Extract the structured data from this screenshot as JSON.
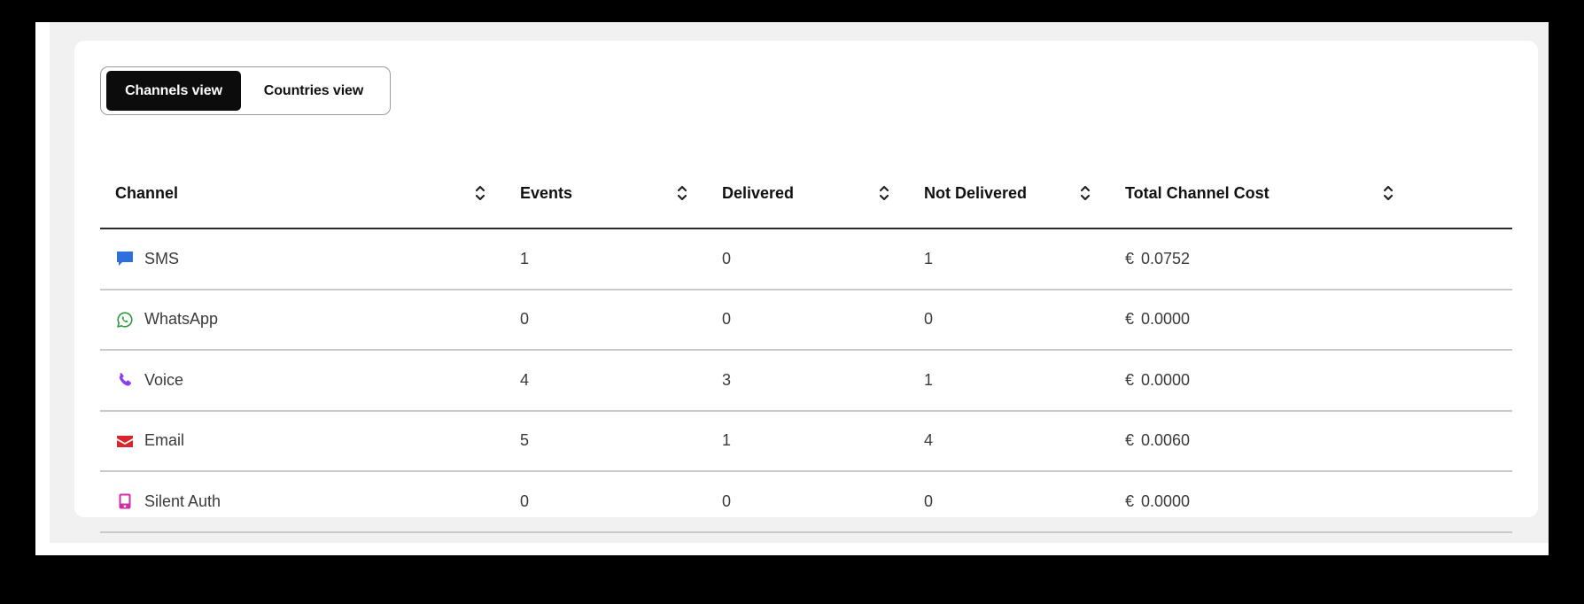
{
  "view_toggle": {
    "options": [
      {
        "label": "Channels view",
        "active": true
      },
      {
        "label": "Countries view",
        "active": false
      }
    ]
  },
  "table": {
    "columns": [
      {
        "label": "Channel",
        "sortable": true
      },
      {
        "label": "Events",
        "sortable": true
      },
      {
        "label": "Delivered",
        "sortable": true
      },
      {
        "label": "Not Delivered",
        "sortable": true
      },
      {
        "label": "Total Channel Cost",
        "sortable": true
      }
    ],
    "currency_symbol": "€",
    "rows": [
      {
        "channel": "SMS",
        "icon": "sms-icon",
        "icon_color": "#2f6fdc",
        "events": "1",
        "delivered": "0",
        "not_delivered": "1",
        "cost": "0.0752"
      },
      {
        "channel": "WhatsApp",
        "icon": "whatsapp-icon",
        "icon_color": "#2e9a3e",
        "events": "0",
        "delivered": "0",
        "not_delivered": "0",
        "cost": "0.0000"
      },
      {
        "channel": "Voice",
        "icon": "phone-icon",
        "icon_color": "#8a3ff0",
        "events": "4",
        "delivered": "3",
        "not_delivered": "1",
        "cost": "0.0000"
      },
      {
        "channel": "Email",
        "icon": "email-icon",
        "icon_color": "#d9262b",
        "events": "5",
        "delivered": "1",
        "not_delivered": "4",
        "cost": "0.0060"
      },
      {
        "channel": "Silent Auth",
        "icon": "mobile-device-icon",
        "icon_color": "#cc2fa6",
        "events": "0",
        "delivered": "0",
        "not_delivered": "0",
        "cost": "0.0000"
      }
    ]
  }
}
